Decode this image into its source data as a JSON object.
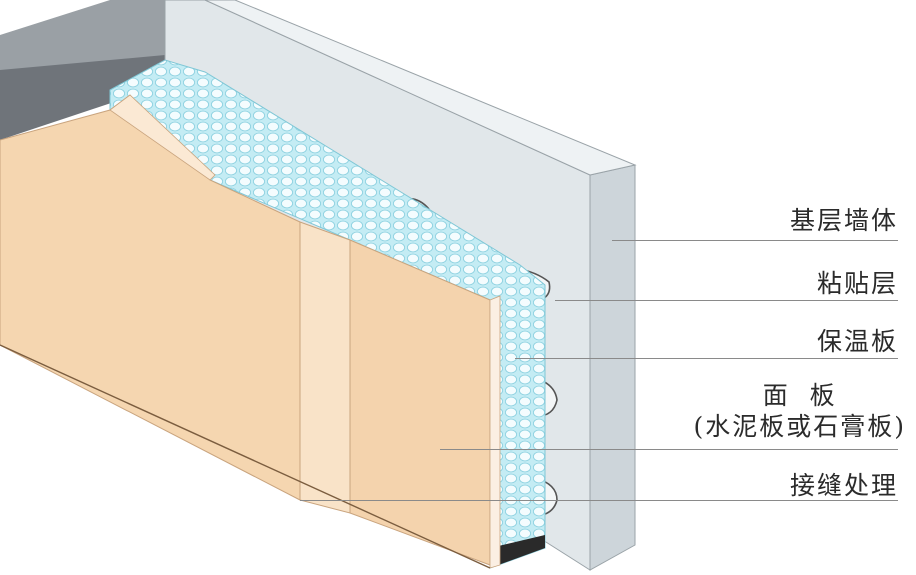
{
  "labels": {
    "base_wall": "基层墙体",
    "adhesive_layer": "粘贴层",
    "insulation_board": "保温板",
    "facing_board_line1": "面  板",
    "facing_board_line2": "(水泥板或石膏板)",
    "joint_treatment": "接缝处理"
  },
  "colors": {
    "wall_front": "#dfe5e9",
    "wall_side": "#cdd5da",
    "wall_dark": "#7f8489",
    "insulation": "#bfeaf3",
    "panel": "#f5d6b2",
    "panel_edge": "#e9c9a6",
    "leader": "#8a8a8a"
  }
}
